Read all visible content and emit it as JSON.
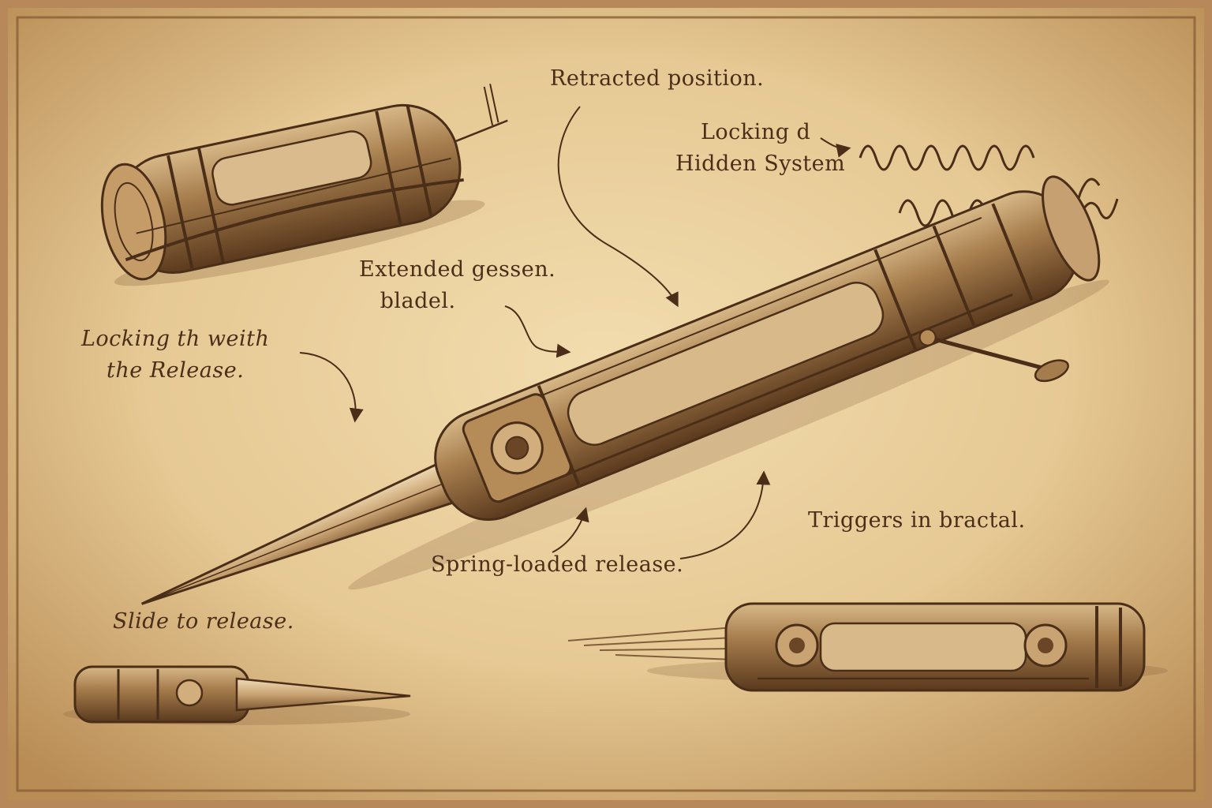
{
  "labels": {
    "retracted": "Retracted position.",
    "locking_hidden_1": "Locking d",
    "locking_hidden_2": "Hidden System",
    "extended_1": "Extended gessen.",
    "extended_2": "bladel.",
    "locking_release_1": "Locking th weith",
    "locking_release_2": "the Release.",
    "triggers": "Triggers in bractal.",
    "spring": "Spring-loaded release.",
    "slide": "Slide to release."
  },
  "colors": {
    "parchment": "#e8cf9f",
    "parchment_edge": "#b88d55",
    "ink": "#4a2e18",
    "ink_light": "#7a5430",
    "metal": "#a57c4c",
    "metal_dark": "#5b3a1f"
  },
  "icons": [
    "retracted-bracer-icon",
    "coil-springs-icon",
    "hidden-blade-icon",
    "small-blade-icon",
    "extending-mechanism-icon"
  ]
}
